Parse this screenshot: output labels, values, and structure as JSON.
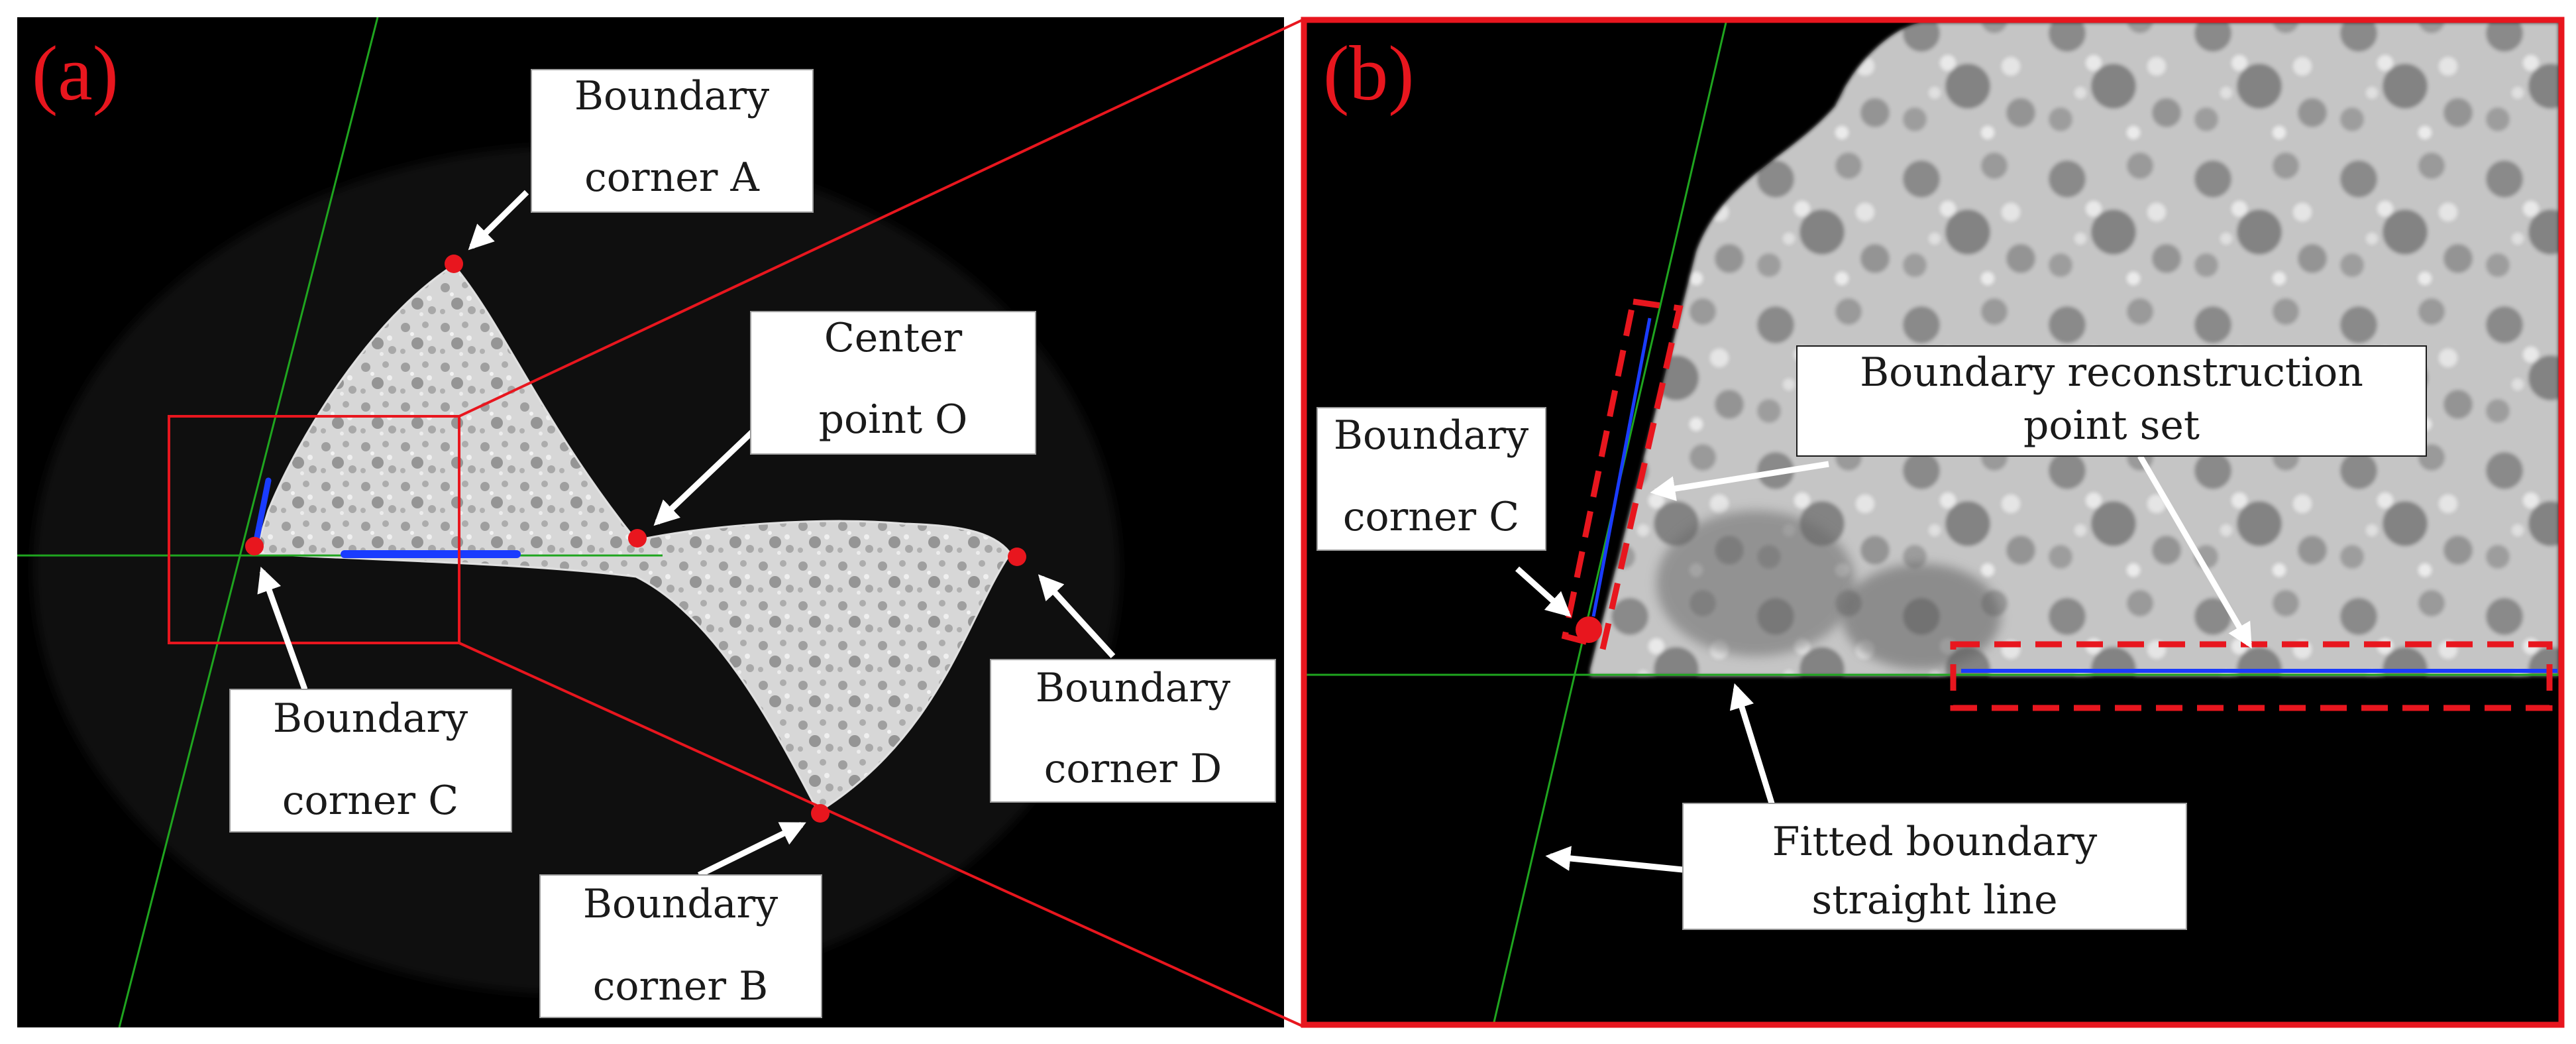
{
  "panels": {
    "a": {
      "tag": "(a)",
      "labels": {
        "corner_a": [
          "Boundary",
          "corner A"
        ],
        "center_o": [
          "Center",
          "point O"
        ],
        "corner_c": [
          "Boundary",
          "corner C"
        ],
        "corner_d": [
          "Boundary",
          "corner D"
        ],
        "corner_b": [
          "Boundary",
          "corner B"
        ]
      }
    },
    "b": {
      "tag": "(b)",
      "labels": {
        "corner_c": [
          "Boundary",
          "corner C"
        ],
        "reconstruction": [
          "Boundary reconstruction",
          "point set"
        ],
        "fitted_line": [
          "Fitted boundary",
          "straight line"
        ]
      }
    }
  },
  "colors": {
    "marker": "#e8161e",
    "fit_line": "#1fa51f",
    "point_set": "#1a3cff",
    "arrow": "#ffffff",
    "background": "#000000"
  }
}
